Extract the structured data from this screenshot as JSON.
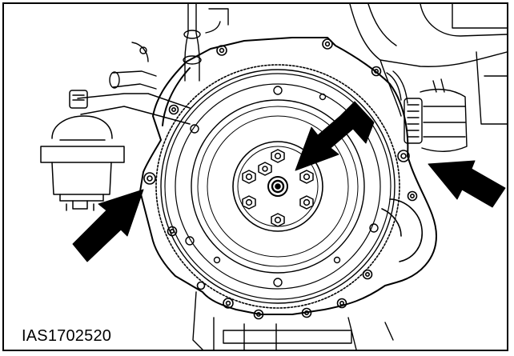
{
  "figure": {
    "code": "IAS1702520"
  },
  "colors": {
    "line": "#000000",
    "background": "#ffffff"
  },
  "illustration": {
    "subject": "flywheel-with-converter-housing",
    "arrow_count": 3
  }
}
